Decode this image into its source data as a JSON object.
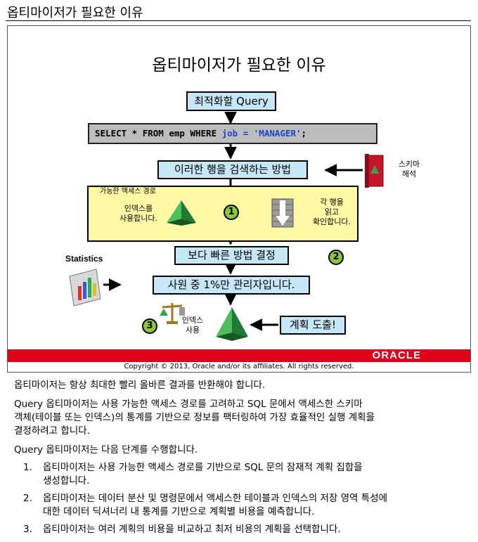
{
  "page_title": "옵티마이저가 필요한 이유",
  "slide": {
    "title": "옵티마이저가 필요한 이유",
    "query_box": "최적화할 Query",
    "sql": {
      "part1": "SELECT * FROM emp WHERE ",
      "part2": "job = ",
      "part3": "'MANAGER'",
      "part4": ";"
    },
    "search_box": "이러한 행을 검색하는 방법",
    "schema_label_1": "스키마",
    "schema_label_2": "해석",
    "access_path_label": "가능한 액세스 경로",
    "use_index_1": "인덱스를",
    "use_index_2": "사용합니다.",
    "each_row_1": "각 행을",
    "each_row_2": "읽고",
    "each_row_3": "확인합니다.",
    "badge_1": "1",
    "badge_2": "2",
    "badge_3": "3",
    "faster_box": "보다 빠른 방법 결정",
    "statistics_label": "Statistics",
    "manager_box": "사원 중 1%만 관리자입니다.",
    "index_use_1": "인덱스",
    "index_use_2": "사용",
    "plan_box": "계획 도출!",
    "oracle_logo": "ORACLE",
    "copyright": "Copyright © 2013, Oracle and/or its affiliates. All rights reserved."
  },
  "body": {
    "p1": "옵티마이저는 항상 최대한 빨리 올바른 결과를 반환해야 합니다.",
    "p2_line1": "Query 옵티마이저는 사용 가능한 액세스 경로를 고려하고 SQL 문에서 액세스한 스키마",
    "p2_line2": "객체(테이블 또는 인덱스)의 통계를 기반으로 정보를 팩터링하여 가장 효율적인 실행 계획을",
    "p2_line3": "결정하려고 합니다.",
    "p3": "Query 옵티마이저는 다음 단계를 수행합니다.",
    "items": [
      {
        "num": "1.",
        "line1": "옵티마이저는 사용 가능한 액세스 경로를 기반으로 SQL 문의 잠재적 계획 집합을",
        "line2": "생성합니다."
      },
      {
        "num": "2.",
        "line1": "옵티마이저는 데이터 분산 및 명령문에서 액세스한 테이블과 인덱스의 저장 영역 특성에",
        "line2": "대한 데이터 딕셔너리 내 통계를 기반으로 계획별 비용을 예측합니다."
      },
      {
        "num": "3.",
        "line1": "옵티마이저는 여러 계획의 비용을 비교하고 최저 비용의 계획을 선택합니다.",
        "line2": ""
      }
    ]
  },
  "colors": {
    "box_fill": "#c6e7f7",
    "yellow_fill": "#fff9a6",
    "badge_green": "#8cc63f",
    "oracle_red": "#e0001a",
    "sql_gray": "#bdbdbd"
  }
}
